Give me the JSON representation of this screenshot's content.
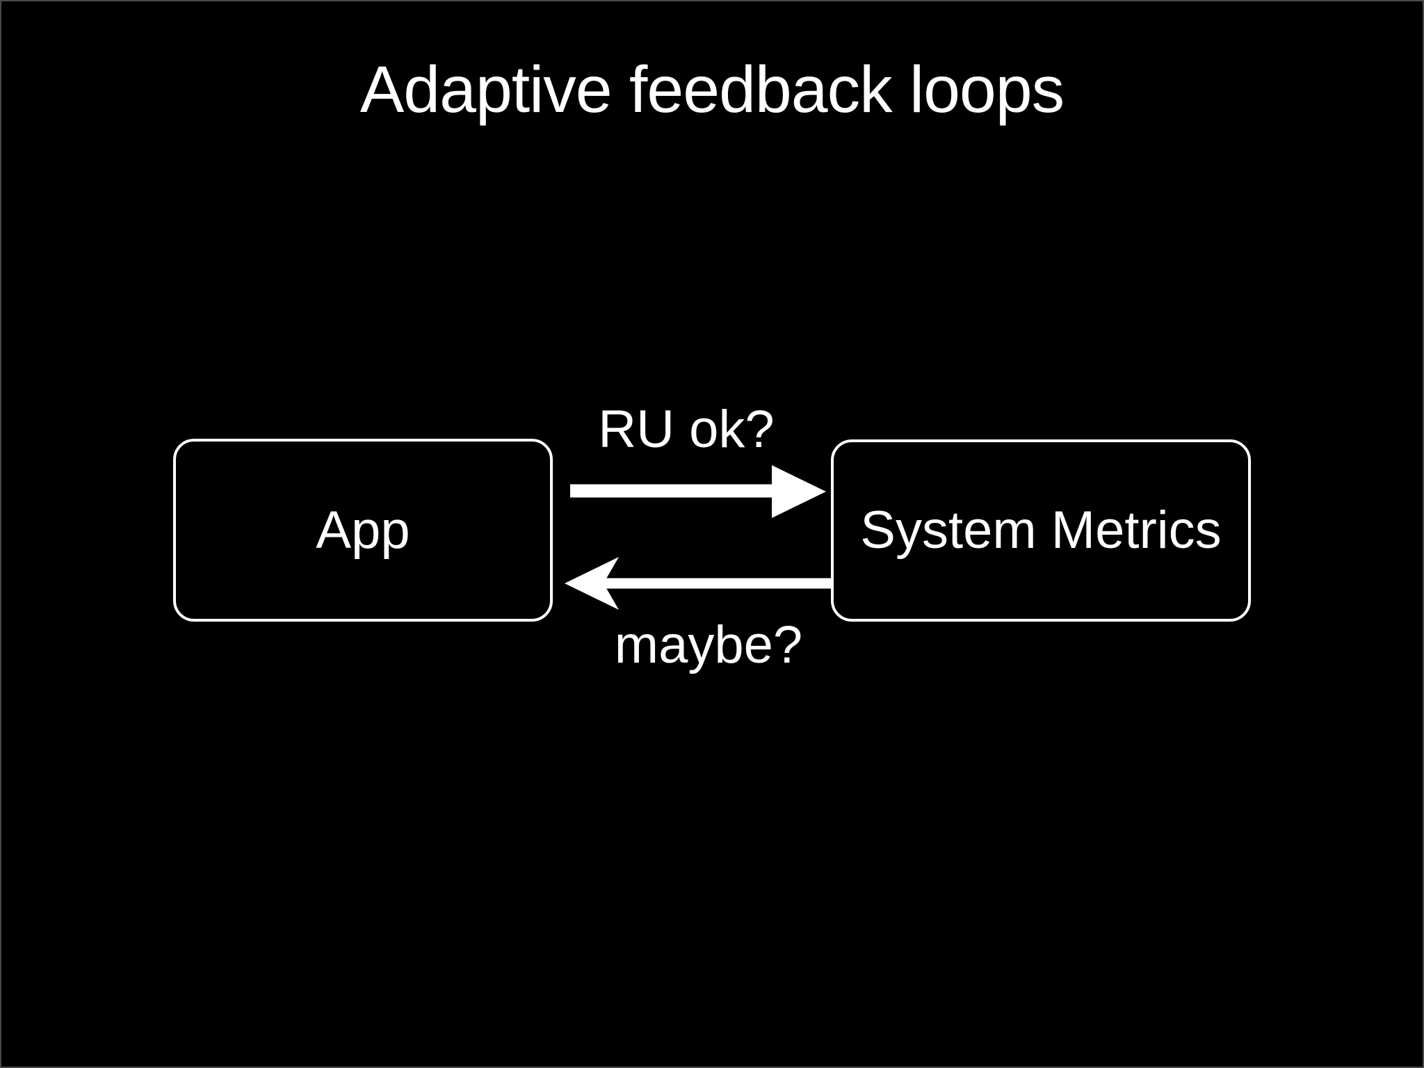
{
  "slide": {
    "title": "Adaptive feedback loops",
    "nodes": [
      {
        "id": "app",
        "label": "App"
      },
      {
        "id": "system-metrics",
        "label": "System Metrics"
      }
    ],
    "edges": [
      {
        "from": "app",
        "to": "system-metrics",
        "label": "RU ok?",
        "direction": "right",
        "arrow_style": "solid-triangle-head"
      },
      {
        "from": "system-metrics",
        "to": "app",
        "label": "maybe?",
        "direction": "left",
        "arrow_style": "barbed-head"
      }
    ],
    "colors": {
      "background": "#000000",
      "foreground": "#ffffff",
      "frame_border": "#4a4a4a"
    }
  }
}
